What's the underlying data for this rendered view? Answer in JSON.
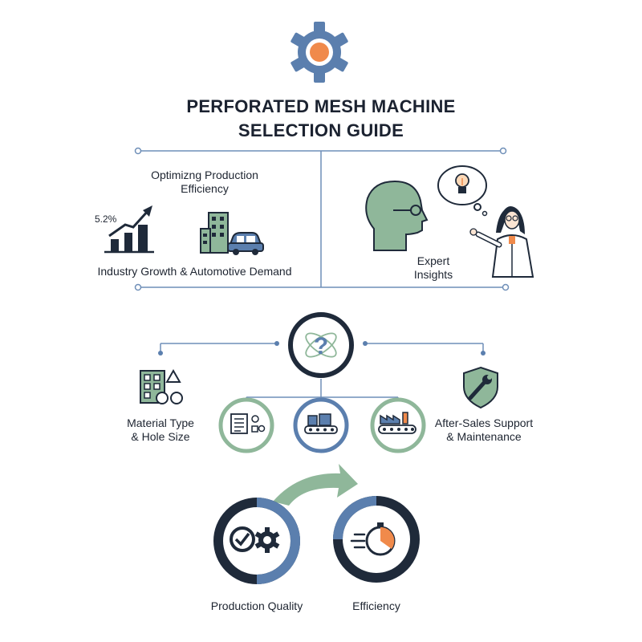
{
  "title": {
    "line1": "PERFORATED MESH MACHINE",
    "line2": "SELECTION GUIDE"
  },
  "top_left": {
    "heading_line1": "Optimizng Production",
    "heading_line2": "Efficiency",
    "growth_value": "5.2%",
    "caption": "Industry Growth & Automotive Demand"
  },
  "top_right": {
    "caption_line1": "Expert",
    "caption_line2": "Insights"
  },
  "factors": {
    "material_line1": "Material Type",
    "material_line2": "& Hole Size",
    "support_line1": "After-Sales Support",
    "support_line2": "& Maintenance"
  },
  "outcomes": {
    "quality": "Production Quality",
    "efficiency": "Efficiency"
  },
  "colors": {
    "navy": "#1f2a3a",
    "blue": "#5b7fae",
    "green": "#8fb79a",
    "orange": "#f08a4b",
    "line": "#6f8fb8"
  },
  "icons": [
    "gear-icon",
    "growth-chart-icon",
    "building-icon",
    "car-icon",
    "head-profile-icon",
    "lightbulb-icon",
    "scientist-icon",
    "question-icon",
    "shapes-icon",
    "document-shapes-icon",
    "factory-conveyor-icon",
    "shield-wrench-icon",
    "quality-gear-icon",
    "stopwatch-icon",
    "curved-arrow-icon"
  ]
}
